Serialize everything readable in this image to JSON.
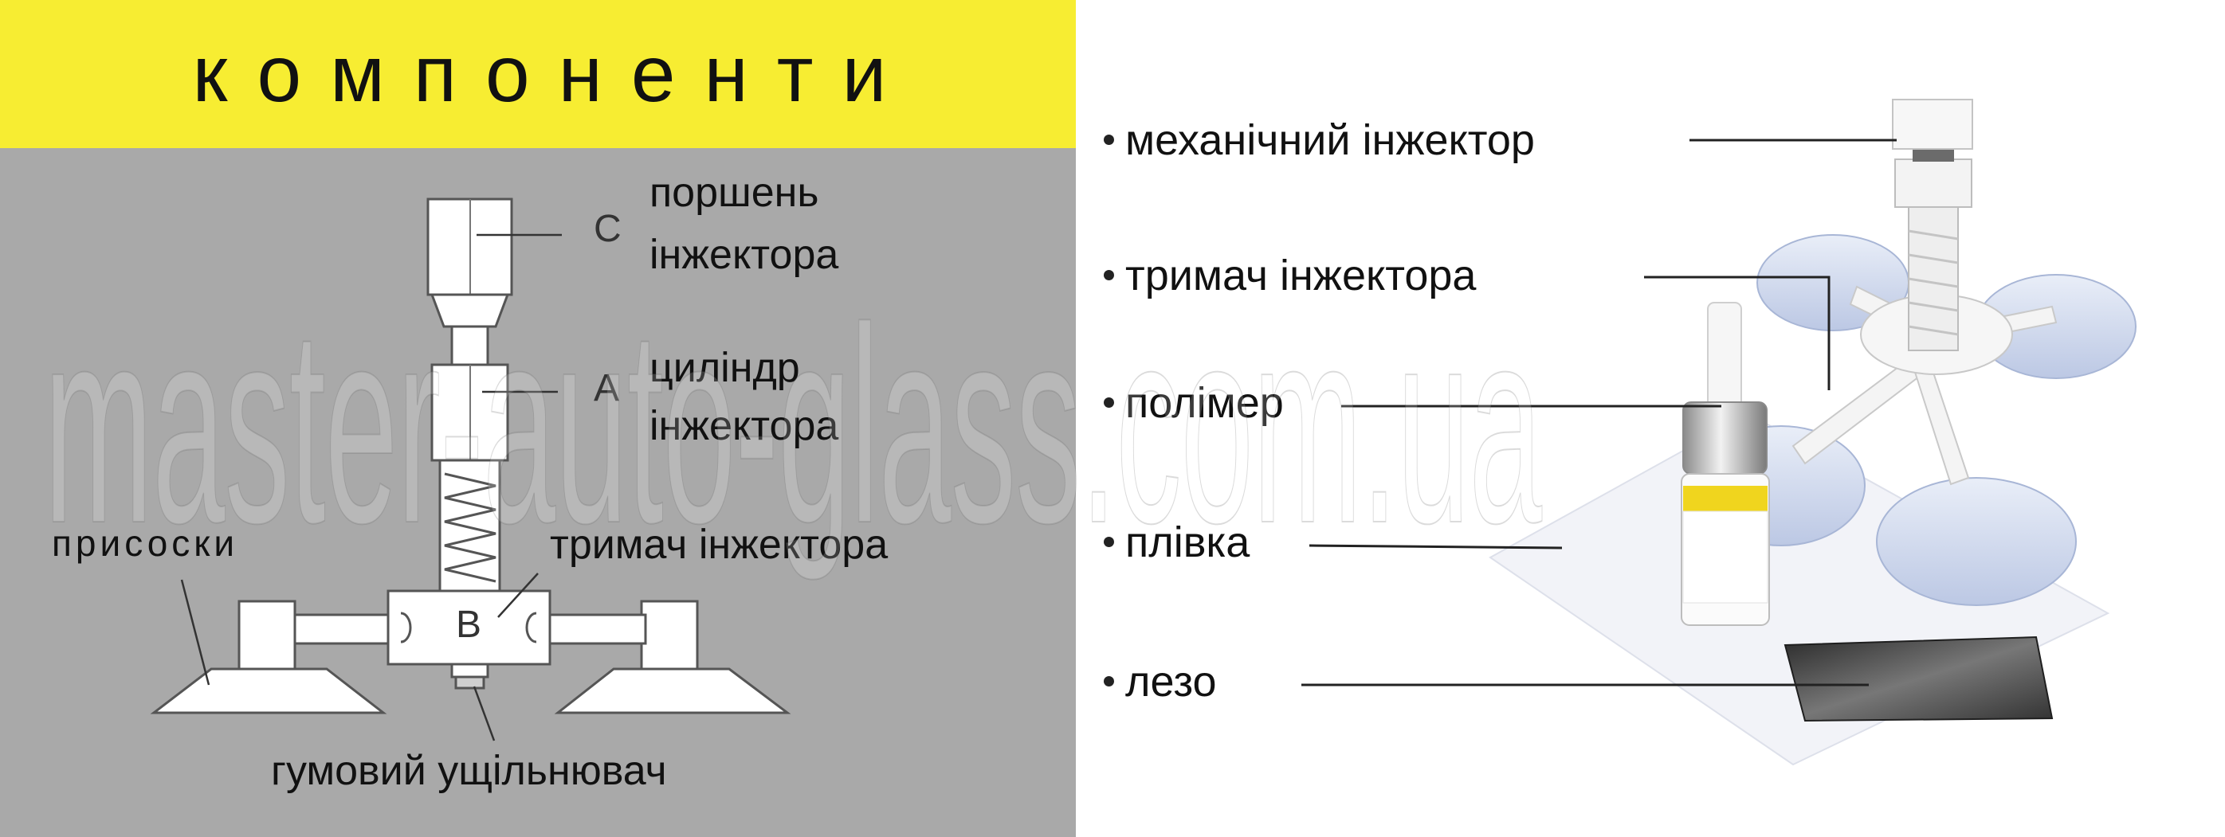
{
  "title": "компоненти",
  "diagram": {
    "labels": {
      "piston": "поршень\nінжектора",
      "piston_letter": "C",
      "cylinder": "циліндр\nінжектора",
      "cylinder_letter": "A",
      "suction_cups": "присоски",
      "holder": "тримач інжектора",
      "holder_letter": "B",
      "seal": "гумовий ущільнювач"
    }
  },
  "photo": {
    "labels": [
      "механічний інжектор",
      "тримач інжектора",
      "полімер",
      "плівка",
      "лезо"
    ]
  },
  "watermark": "master-auto-glass.com.ua",
  "colors": {
    "title_bar": "#f7ed32",
    "left_panel": "#a9a9a9",
    "part_fill": "#ffffff",
    "line": "#222222"
  }
}
